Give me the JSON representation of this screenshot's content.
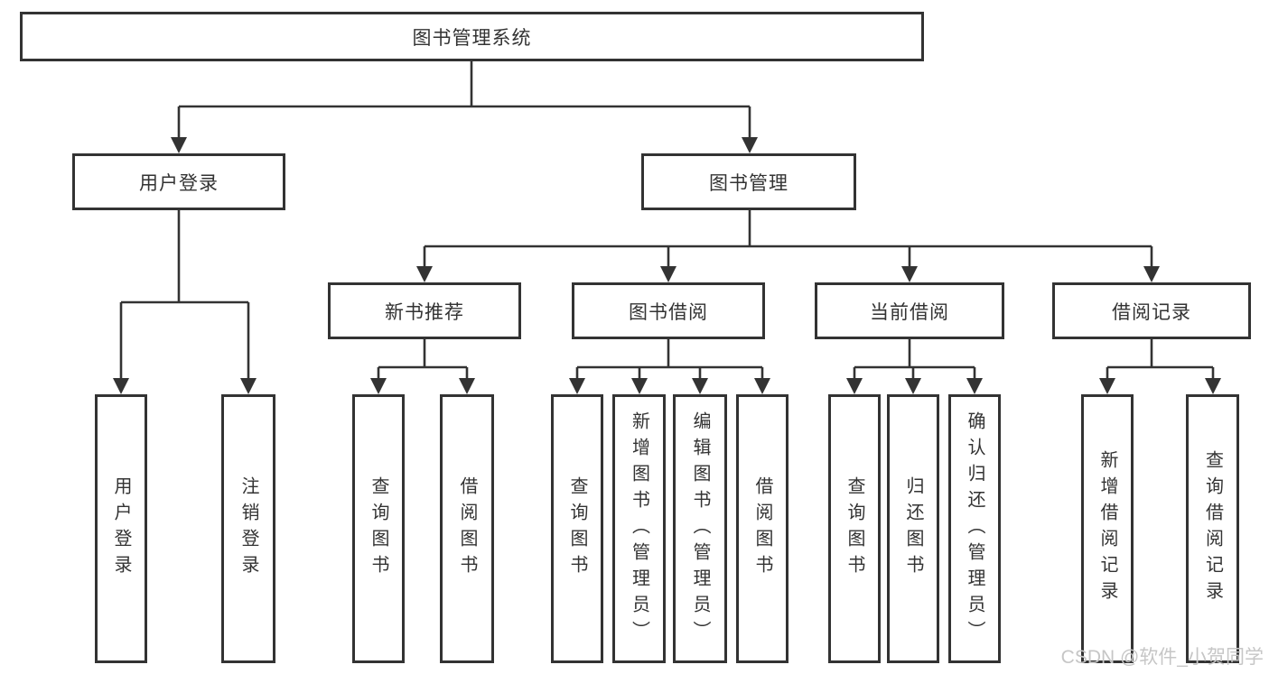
{
  "diagram": {
    "root": {
      "label": "图书管理系统"
    },
    "branches": [
      {
        "label": "用户登录",
        "leaves": [
          "用户登录",
          "注销登录"
        ]
      },
      {
        "label": "图书管理",
        "children": [
          {
            "label": "新书推荐",
            "leaves": [
              "查询图书",
              "借阅图书"
            ]
          },
          {
            "label": "图书借阅",
            "leaves": [
              "查询图书",
              "新增图书（管理员）",
              "编辑图书（管理员）",
              "借阅图书"
            ]
          },
          {
            "label": "当前借阅",
            "leaves": [
              "查询图书",
              "归还图书",
              "确认归还（管理员）"
            ]
          },
          {
            "label": "借阅记录",
            "leaves": [
              "新增借阅记录",
              "查询借阅记录"
            ]
          }
        ]
      }
    ]
  },
  "watermark": {
    "text": "CSDN @软件_小贺同学"
  },
  "colors": {
    "line": "#333333",
    "box_border": "#333333",
    "box_fill": "#ffffff",
    "text": "#333333",
    "background": "#ffffff",
    "watermark": "#c6c6c6"
  }
}
